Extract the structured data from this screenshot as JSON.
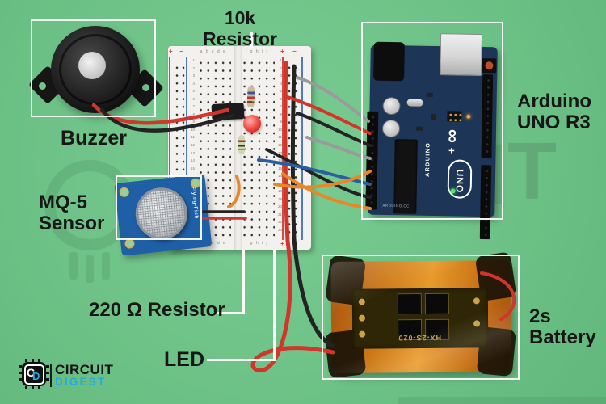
{
  "scene": {
    "background": "#6ec287",
    "annotation_color": "#171717",
    "box_border_color": "#fafaf7"
  },
  "annotations": {
    "resistor10k": "10k Resistor",
    "buzzer": "Buzzer",
    "arduino1": "Arduino",
    "arduino2": "UNO R3",
    "mq5_1": "MQ-5",
    "mq5_2": "Sensor",
    "resistor220": "220 Ω Resistor",
    "led": "LED",
    "battery1": "2s",
    "battery2": "Battery"
  },
  "breadboard": {
    "cols_left": "a b c d e",
    "cols_right": "f g h i j",
    "rail_plus": "+",
    "rail_minus": "−",
    "row_numbers": "1\n2\n3\n4\n5\n6\n7\n8\n9\n10\n11\n12\n13\n14\n15\n16\n17\n18\n19\n20\n21\n22\n23"
  },
  "arduino_board": {
    "brand": "ARDUINO",
    "model": "UNO",
    "footer": "ARDUINO.CC",
    "logo_infinity": "∞",
    "logo_plus": "+"
  },
  "mq5_board": {
    "brand": "Flying-Fish"
  },
  "battery": {
    "bms_marking": "HX-2S-020"
  },
  "logo": {
    "word1": "CIRCUIT",
    "word2": "DIGEST",
    "chip_c": "C",
    "chip_d": "D",
    "accent_color": "#29a9e0"
  },
  "watermark": {
    "letter": "T"
  },
  "palette": {
    "wire_red": "#d2352b",
    "wire_black": "#232323",
    "wire_grey": "#9a9a9a",
    "wire_orange": "#e8872a",
    "wire_blue": "#2b5e9e",
    "arduino_pcb": "#1d3556",
    "mq5_pcb": "#1e5fa6",
    "battery_wrap": "#cf7a16"
  }
}
